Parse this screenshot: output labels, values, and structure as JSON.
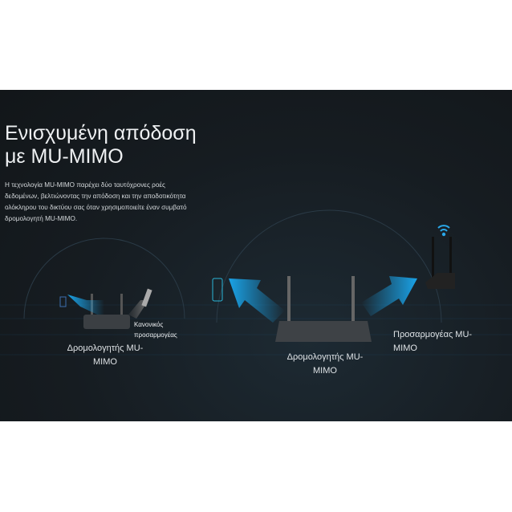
{
  "title_line1": "Ενισχυμένη απόδοση",
  "title_line2": "με MU-MIMO",
  "description": "Η τεχνολογία MU-MIMO παρέχει δύο ταυτόχρονες ροές δεδομένων, βελτιώνοντας την απόδοση και την αποδοτικότητα ολόκληρου του δικτύου σας όταν χρησιμοποιείτε έναν συμβατό δρομολογητή MU-MIMO.",
  "left_router_label": "Δρομολογητής MU-MIMO",
  "normal_adapter_label": "Κανονικός προσαρμογέας",
  "center_router_label": "Δρομολογητής MU-MIMO",
  "mumimo_adapter_label": "Προσαρμογέας MU-MIMO",
  "colors": {
    "accent": "#1aa3e8",
    "background": "#161c21"
  }
}
